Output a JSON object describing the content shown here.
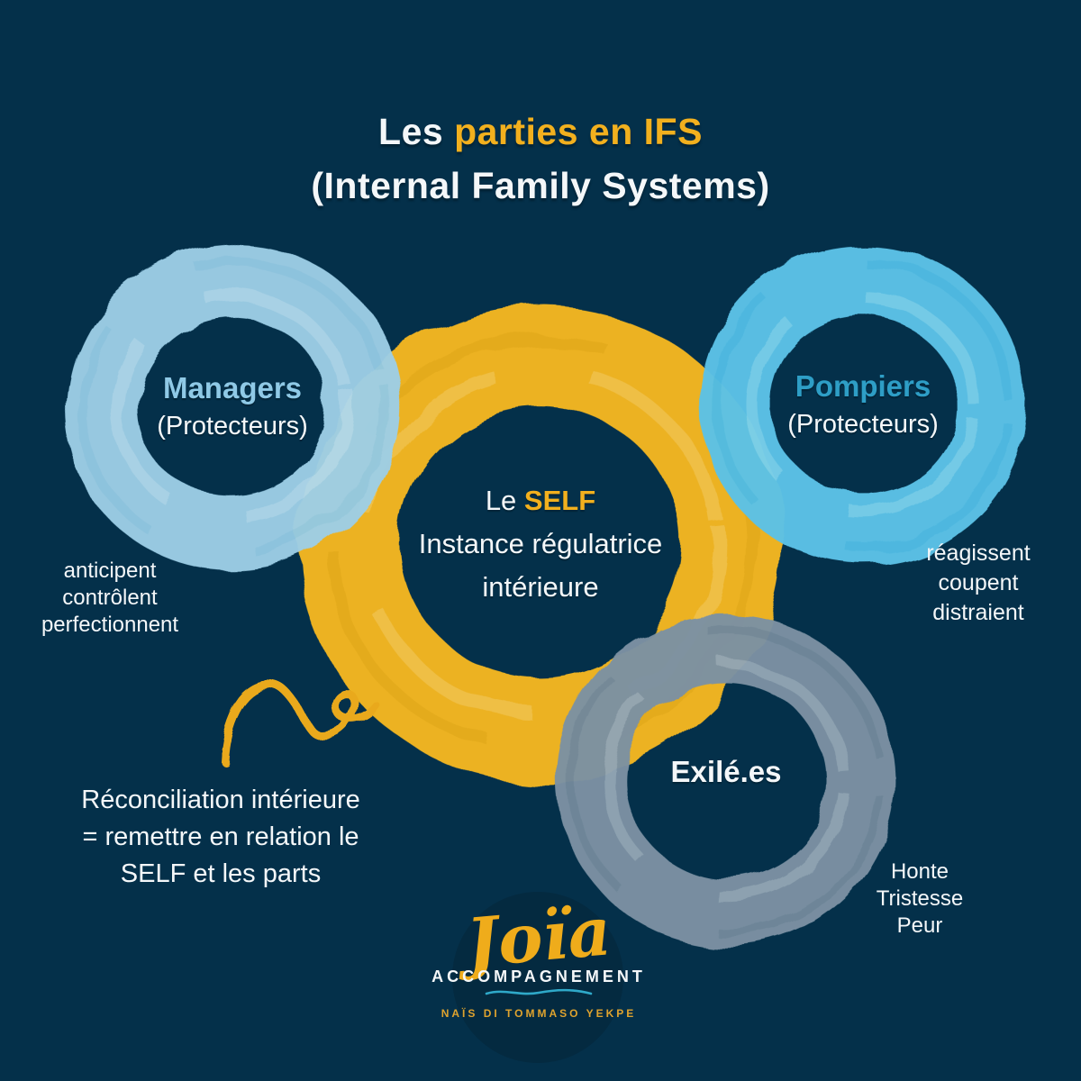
{
  "title": {
    "line1_white": "Les",
    "line1_yellow": "parties en IFS",
    "line2": "(Internal Family Systems)"
  },
  "circles": {
    "managers": {
      "name": "Managers",
      "subtitle": "(Protecteurs)",
      "ring_color": "#9DCFE7",
      "name_color": "#8FC9E6"
    },
    "pompiers": {
      "name": "Pompiers",
      "subtitle": "(Protecteurs)",
      "ring_color": "#5BC2E7",
      "name_color": "#2E9EC6"
    },
    "self": {
      "prefix": "Le",
      "name": "SELF",
      "desc_line1": "Instance régulatrice",
      "desc_line2": "intérieure",
      "ring_color": "#ECB224",
      "name_color": "#F2B01E"
    },
    "exiles": {
      "name": "Exilé.es",
      "ring_color": "#7B91A3",
      "name_color": "#F4F7F9"
    }
  },
  "annotations": {
    "managers_traits": [
      "anticipent",
      "contrôlent",
      "perfectionnent"
    ],
    "pompiers_traits": [
      "réagissent",
      "coupent",
      "distraient"
    ],
    "exiles_traits": [
      "Honte",
      "Tristesse",
      "Peur"
    ],
    "reconciliation_lines": [
      "Réconciliation intérieure",
      "= remettre en relation le",
      "SELF et les parts"
    ]
  },
  "logo": {
    "brand": "Joïa",
    "tagline": "ACCOMPAGNEMENT",
    "byline": "NAÏS DI TOMMASO YEKPE"
  },
  "colors": {
    "background": "#04304A",
    "accent_yellow": "#F2B01E",
    "text_white": "#F4F7F9",
    "wave_teal": "#2FA9C9",
    "logo_badge": "#042A40"
  }
}
